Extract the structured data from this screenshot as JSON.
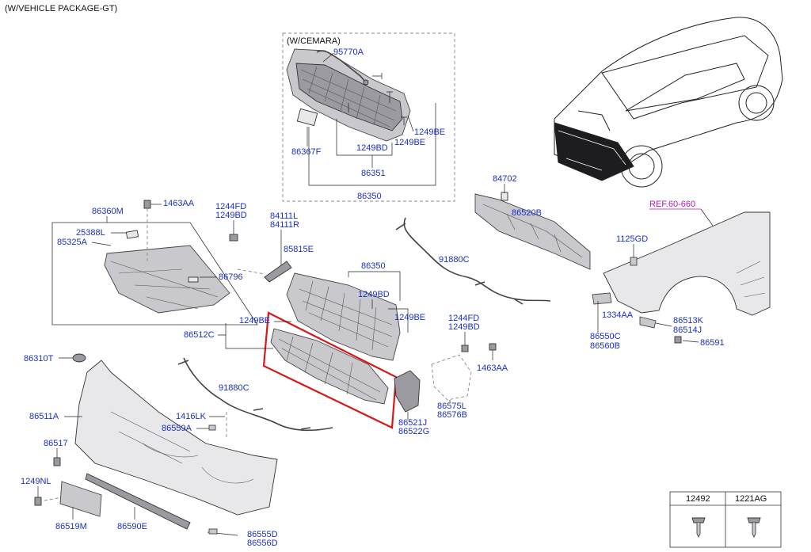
{
  "header": {
    "title": "(W/VEHICLE PACKAGE-GT)"
  },
  "inset": {
    "title": "(W/CEMARA)"
  },
  "reference": {
    "label": "REF.60-660",
    "color": "#b41ab4"
  },
  "highlight_color": "#d61a1a",
  "label_color": "#1a2fc7",
  "parts": {
    "p95770A": "95770A",
    "p1249BE_a": "1249BE",
    "p1249BE_b": "1249BE",
    "p1249BD_a": "1249BD",
    "p86367F": "86367F",
    "p86351": "86351",
    "p86350_a": "86350",
    "p84702": "84702",
    "p86520B": "86520B",
    "p1463AA_a": "1463AA",
    "p86360M": "86360M",
    "p1244FD_a": "1244FD",
    "p1249BD_b": "1249BD",
    "p25388L": "25388L",
    "p85325A": "85325A",
    "p84111L": "84111L",
    "p84111R": "84111R",
    "p85815E": "85815E",
    "p86796": "86796",
    "p86350_b": "86350",
    "p1249BD_c": "1249BD",
    "p1249BE_c": "1249BE",
    "p1249BE_d": "1249BE",
    "p91880C_a": "91880C",
    "p1125GD": "1125GD",
    "p1334AA": "1334AA",
    "p86550C": "86550C",
    "p86560B": "86560B",
    "p86513K": "86513K",
    "p86514J": "86514J",
    "p86591": "86591",
    "p86512C": "86512C",
    "p86310T": "86310T",
    "p1244FD_b": "1244FD",
    "p1249BD_d": "1249BD",
    "p1463AA_b": "1463AA",
    "p91880C_b": "91880C",
    "p86511A": "86511A",
    "p1416LK": "1416LK",
    "p86559A": "86559A",
    "p86521J": "86521J",
    "p86522G": "86522G",
    "p86575L": "86575L",
    "p86576B": "86576B",
    "p86517": "86517",
    "p1249NL": "1249NL",
    "p86519M": "86519M",
    "p86590E": "86590E",
    "p86555D": "86555D",
    "p86556D": "86556D"
  },
  "fastener_table": {
    "columns": [
      "12492",
      "1221AG"
    ]
  }
}
